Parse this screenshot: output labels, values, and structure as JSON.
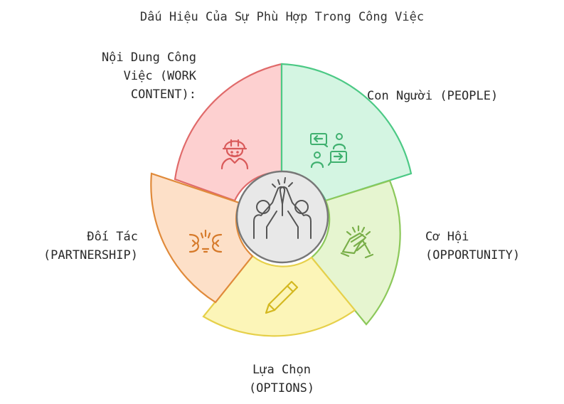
{
  "title": "Dấu Hiệu Của Sự Phù Hợp Trong Công Việc",
  "segments": [
    {
      "key": "work",
      "label_lines": [
        "Nội Dung Công",
        "Việc (WORK",
        "CONTENT):"
      ],
      "fill": "#fdd0d0",
      "stroke": "#e06a6a",
      "icon": "worker-icon"
    },
    {
      "key": "people",
      "label_lines": [
        "Con Người (PEOPLE)"
      ],
      "fill": "#d4f5e2",
      "stroke": "#4cc985",
      "icon": "conversation-icon"
    },
    {
      "key": "opportunity",
      "label_lines": [
        "Cơ Hội",
        "(OPPORTUNITY)"
      ],
      "fill": "#e6f5d0",
      "stroke": "#8cc85a",
      "icon": "handshake-icon"
    },
    {
      "key": "options",
      "label_lines": [
        "Lựa Chọn",
        "(OPTIONS)"
      ],
      "fill": "#fcf5b8",
      "stroke": "#e6d04a",
      "icon": "pencil-icon"
    },
    {
      "key": "partnership",
      "label_lines": [
        "Đối Tác",
        "(PARTNERSHIP)"
      ],
      "fill": "#fde0c8",
      "stroke": "#e08a3a",
      "icon": "faces-icon"
    }
  ],
  "center": {
    "fill": "#e8e8e8",
    "stroke": "#777777",
    "icon": "high-five-icon"
  }
}
